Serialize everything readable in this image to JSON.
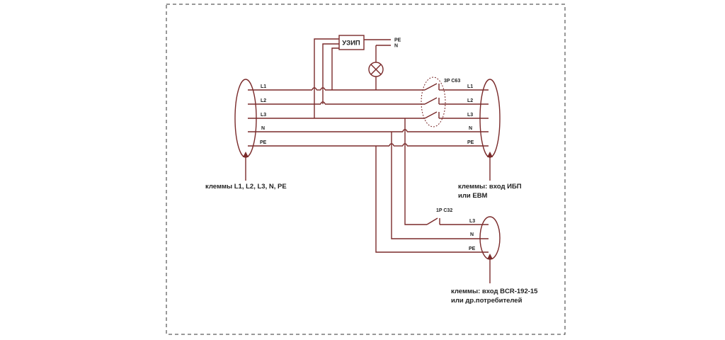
{
  "diagram": {
    "colors": {
      "wire": "#7a2a2a",
      "frame": "#333333",
      "text": "#222222"
    },
    "surge_protector": {
      "label": "УЗИП",
      "out_pe": "PE",
      "out_n": "N"
    },
    "lamp": {
      "icon": "lamp-cross-icon"
    },
    "breaker_3p": {
      "label": "3P C63"
    },
    "breaker_1p": {
      "label": "1P C32"
    },
    "input_lines": [
      "L1",
      "L2",
      "L3",
      "N",
      "PE"
    ],
    "output_lines": [
      "L1",
      "L2",
      "L3",
      "N",
      "PE"
    ],
    "bcr_lines": [
      "L3",
      "N",
      "PE"
    ],
    "input_caption": "клеммы L1, L2, L3, N, PE",
    "output_caption": [
      "клеммы: вход ИБП",
      "или ЕВМ"
    ],
    "bcr_caption": [
      "клеммы: вход BCR-192-15",
      "или др.потребителей"
    ]
  }
}
